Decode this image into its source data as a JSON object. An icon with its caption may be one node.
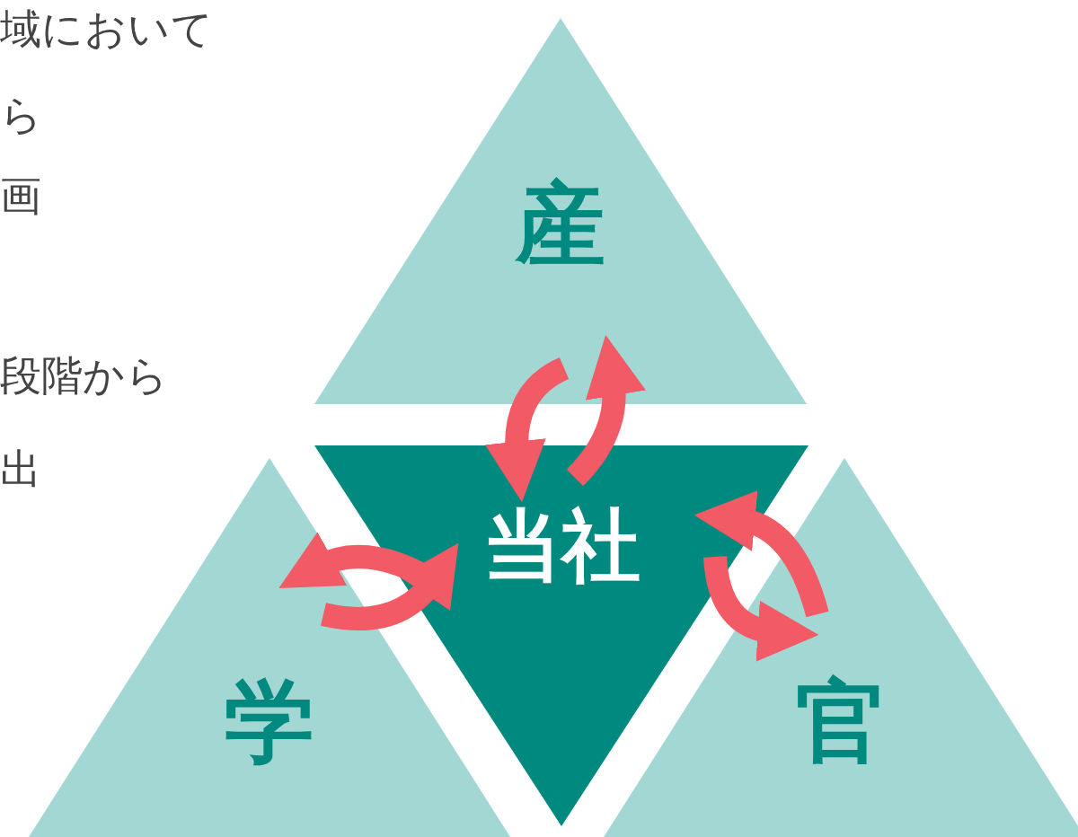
{
  "diagram": {
    "nodes": [
      {
        "text": [
          "産"
        ]
      },
      {
        "text": [
          "当社"
        ]
      },
      {
        "text": [
          "学"
        ]
      },
      {
        "text": [
          "官"
        ]
      }
    ],
    "edges": [
      {
        "from": 0,
        "to": 1,
        "arrow": "to"
      },
      {
        "from": 1,
        "to": 0,
        "arrow": "to"
      },
      {
        "from": 1,
        "to": 2,
        "arrow": "to"
      },
      {
        "from": 2,
        "to": 1,
        "arrow": "to"
      },
      {
        "from": 3,
        "to": 1,
        "arrow": "to"
      },
      {
        "from": 1,
        "to": 3,
        "arrow": "to"
      }
    ],
    "labels": [
      "域において",
      "ら",
      "画",
      "段階から",
      "出"
    ]
  }
}
